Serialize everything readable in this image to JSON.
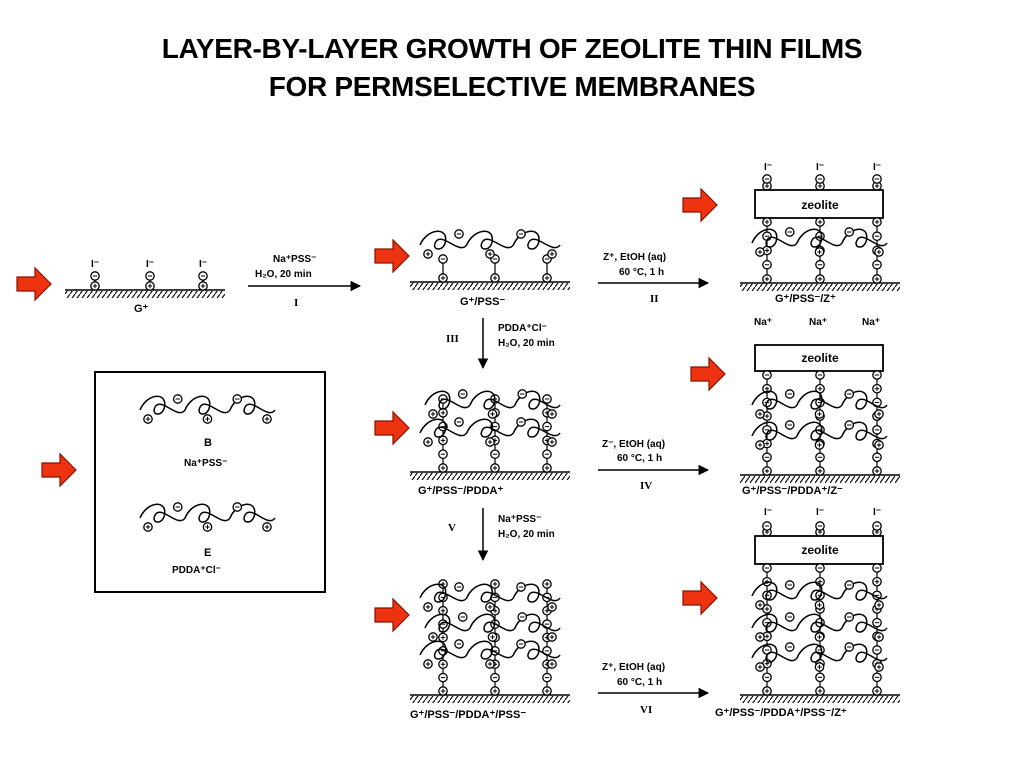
{
  "title": {
    "line1": "LAYER-BY-LAYER GROWTH OF ZEOLITE THIN FILMS",
    "line2": "FOR PERMSELECTIVE MEMBRANES"
  },
  "colors": {
    "arrow_fill": "#ee3311",
    "arrow_stroke": "#881100",
    "ink": "#000000"
  },
  "substrates": {
    "g": "G⁺",
    "g_pss": "G⁺/PSS⁻",
    "g_pss_pdda": "G⁺/PSS⁻/PDDA⁺",
    "g_pss_pdda_pss": "G⁺/PSS⁻/PDDA⁺/PSS⁻",
    "g_pss_z": "G⁺/PSS⁻/Z⁺",
    "g_pss_pdda_z": "G⁺/PSS⁻/PDDA⁺/Z⁻",
    "g_pss_pdda_pss_z": "G⁺/PSS⁻/PDDA⁺/PSS⁻/Z⁺"
  },
  "reactions": {
    "step1": {
      "reagent": "Na⁺PSS⁻",
      "conditions": "H₂O, 20 min",
      "numeral": "I"
    },
    "step2": {
      "reagent": "Z⁺, EtOH (aq)",
      "conditions": "60 °C, 1 h",
      "numeral": "II"
    },
    "step3": {
      "reagent": "PDDA⁺Cl⁻",
      "conditions": "H₂O, 20 min",
      "numeral": "III"
    },
    "step4": {
      "reagent": "Z⁻, EtOH (aq)",
      "conditions": "60 °C, 1 h",
      "numeral": "IV"
    },
    "step5": {
      "reagent": "Na⁺PSS⁻",
      "conditions": "H₂O, 20 min",
      "numeral": "V"
    },
    "step6": {
      "reagent": "Z⁺, EtOH (aq)",
      "conditions": "60 °C, 1 h",
      "numeral": "VI"
    }
  },
  "zeolite_label": "zeolite",
  "counterions": {
    "iodide": "I⁻",
    "sodium": "Na⁺"
  },
  "legend": {
    "pss_letter": "B",
    "pss_label": "Na⁺PSS⁻",
    "pdda_letter": "E",
    "pdda_label": "PDDA⁺Cl⁻"
  }
}
